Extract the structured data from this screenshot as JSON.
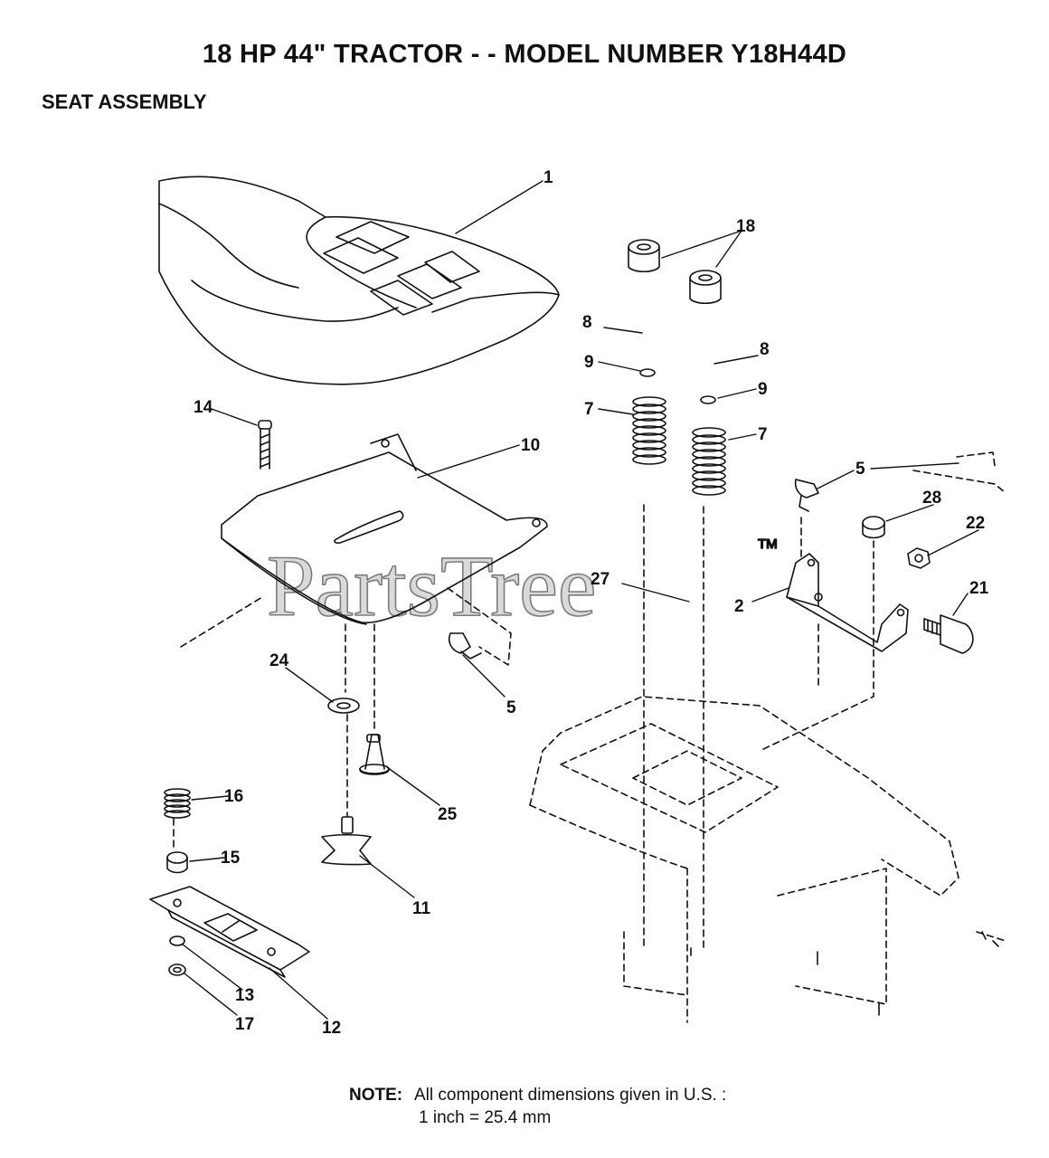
{
  "header": {
    "title": "18 HP 44\" TRACTOR - - MODEL NUMBER Y18H44D",
    "subtitle": "SEAT ASSEMBLY"
  },
  "watermark": {
    "text": "PartsTree",
    "tm": "TM"
  },
  "callouts": [
    "1",
    "18",
    "8",
    "8",
    "9",
    "9",
    "7",
    "7",
    "14",
    "10",
    "5",
    "28",
    "22",
    "27",
    "2",
    "21",
    "24",
    "5",
    "16",
    "25",
    "15",
    "11",
    "13",
    "12",
    "17"
  ],
  "note": {
    "label": "NOTE:",
    "line1": "All component dimensions given in U.S. :",
    "line2": "1 inch = 25.4 mm"
  }
}
